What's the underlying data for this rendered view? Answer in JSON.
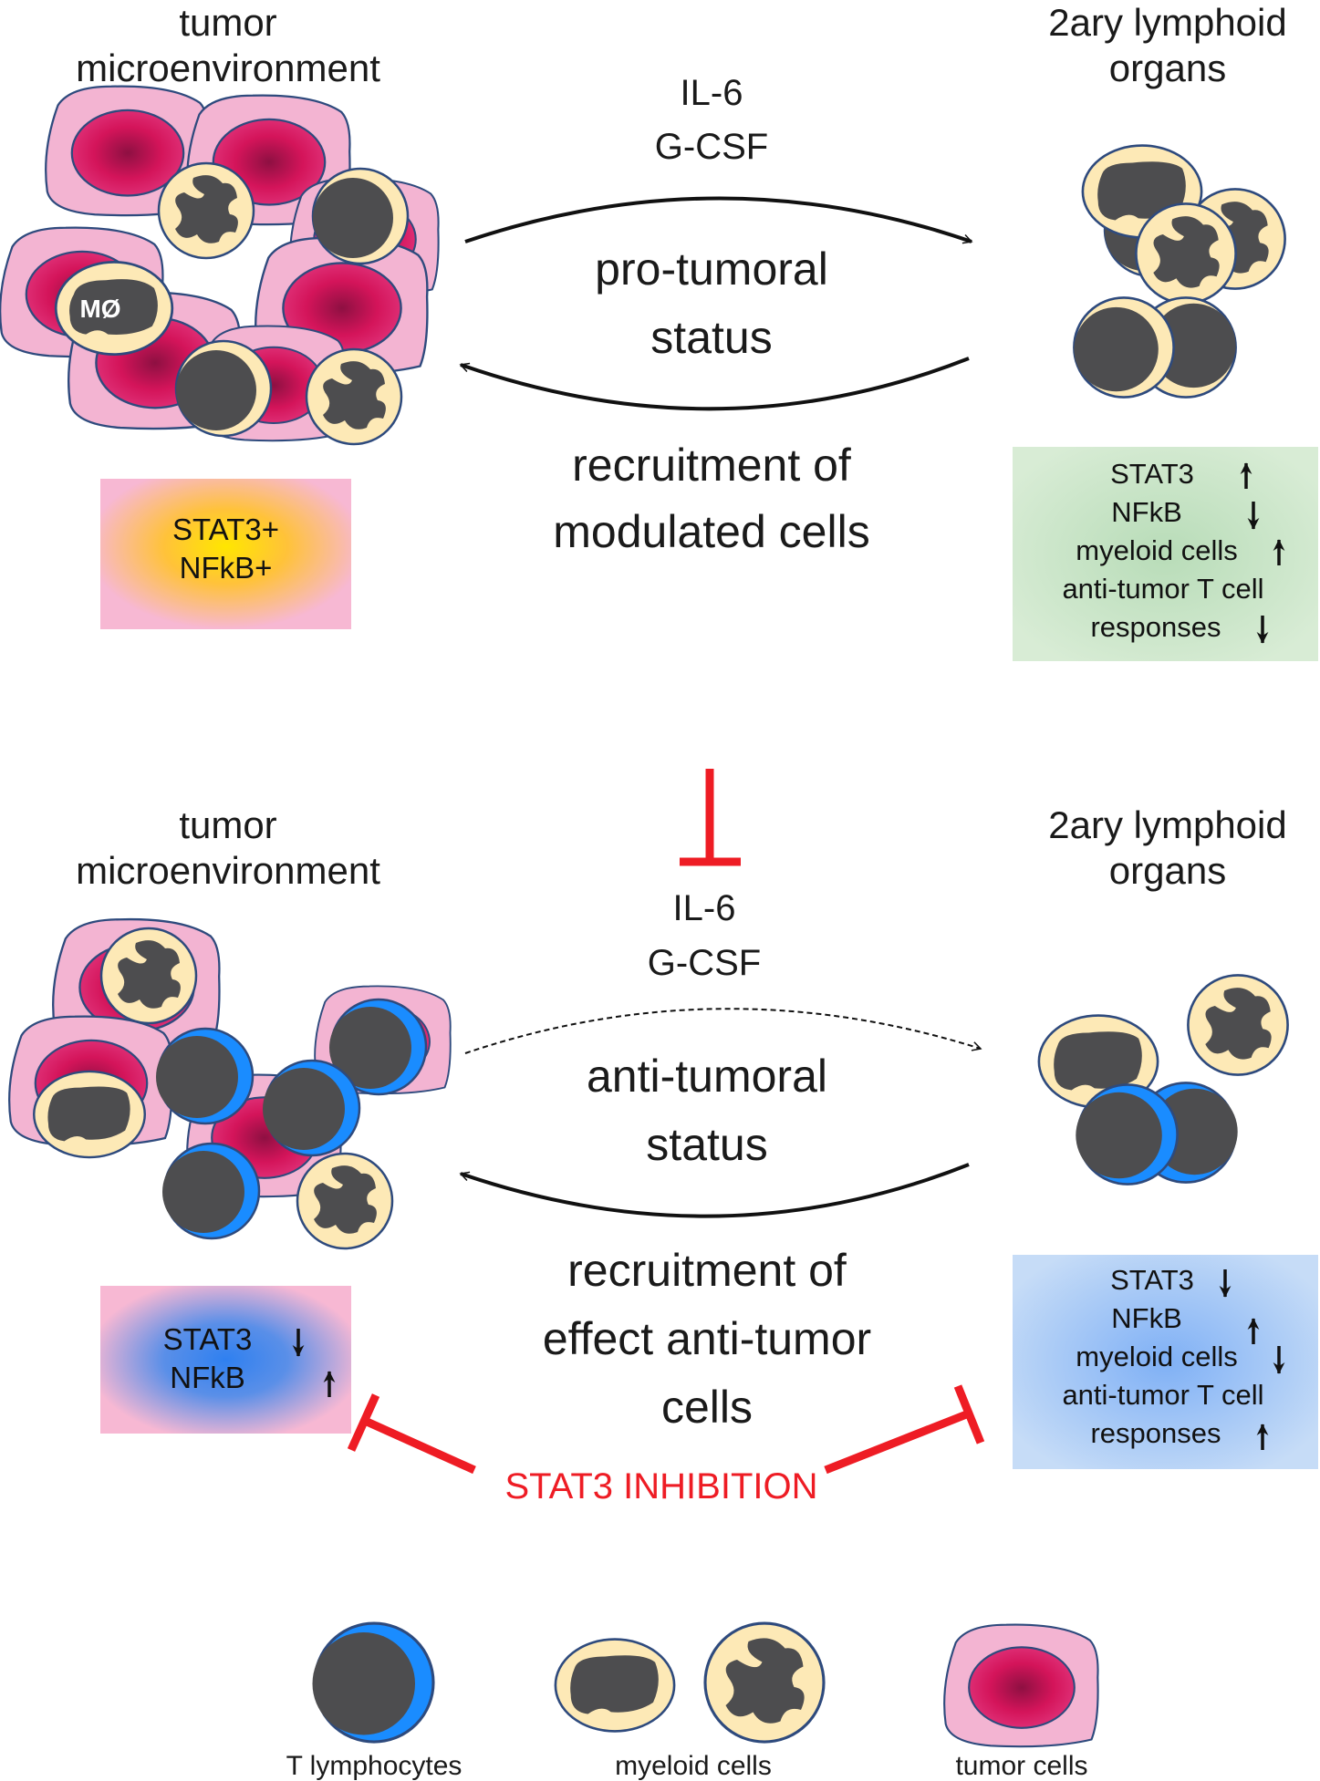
{
  "colors": {
    "tumor_body": "#f3b4d2",
    "tumor_nucleus": "#d4145a",
    "myeloid_body": "#fde9b6",
    "nucleus_dark": "#4d4d4f",
    "t_cell_blue": "#1a8cff",
    "outline": "#2e4a7d",
    "inhibition_red": "#ee1c24",
    "box_green": "#cfe8cf",
    "box_blue": "#a8c9f3",
    "box_pink": "#f7b8d3",
    "glow_yellow": "#ffe600",
    "glow_blue": "#2f80f0"
  },
  "top": {
    "left_title": "tumor\nmicroenvironment",
    "right_title": "2ary lymphoid\norgans",
    "cytokine_1": "IL-6",
    "cytokine_2": "G-CSF",
    "status_1": "pro-tumoral",
    "status_2": "status",
    "recruit_1": "recruitment of",
    "recruit_2": "modulated cells",
    "mac_label": "MØ",
    "left_box": [
      "STAT3+",
      "NFkB+"
    ],
    "right_box": [
      "STAT3",
      "NFkB",
      "myeloid cells",
      "anti-tumor T cell",
      "responses"
    ]
  },
  "bottom": {
    "left_title": "tumor\nmicroenvironment",
    "right_title": "2ary lymphoid\norgans",
    "cytokine_1": "IL-6",
    "cytokine_2": "G-CSF",
    "status_1": "anti-tumoral",
    "status_2": "status",
    "recruit_1": "recruitment of",
    "recruit_2": "effect anti-tumor",
    "recruit_3": "cells",
    "left_box": [
      "STAT3",
      "NFkB"
    ],
    "right_box": [
      "STAT3",
      "NFkB",
      "myeloid cells",
      "anti-tumor T cell",
      "responses"
    ],
    "inhibition_label": "STAT3 INHIBITION"
  },
  "legend": {
    "t_lymphocytes": "T lymphocytes",
    "myeloid_cells": "myeloid cells",
    "tumor_cells": "tumor cells"
  }
}
